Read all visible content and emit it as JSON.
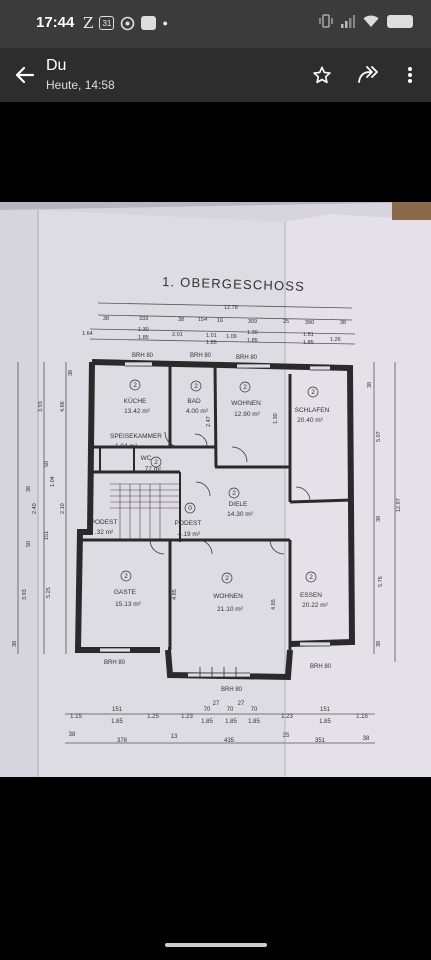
{
  "status_bar": {
    "time": "17:44",
    "icons": [
      "z-icon",
      "calendar-icon",
      "chat-icon",
      "app-icon",
      "dot-icon"
    ],
    "calendar_day": "31",
    "battery": "",
    "signal_icons": [
      "vibrate-icon",
      "signal-icon",
      "wifi-icon",
      "battery-icon"
    ]
  },
  "app_bar": {
    "title": "Du",
    "subtitle": "Heute, 14:58",
    "actions": [
      "star-icon",
      "forward-icon",
      "more-vert-icon"
    ]
  },
  "floorplan": {
    "heading": "1. OBERGESCHOSS",
    "rooms": [
      {
        "name": "KÜCHE",
        "number": "2",
        "area": "13.42 m²"
      },
      {
        "name": "BAD",
        "number": "2",
        "area": "4.00 m²"
      },
      {
        "name": "WOHNEN",
        "number": "2",
        "area": "12.90 m²"
      },
      {
        "name": "SCHLAFEN",
        "number": "2",
        "area": "20.40 m²"
      },
      {
        "name": "SPEISEKAMMER",
        "number": "",
        "area": "1.04 m²"
      },
      {
        "name": "WC",
        "number": "2",
        "area": ".77 m²"
      },
      {
        "name": "DIELE",
        "number": "2",
        "area": "14.30 m²"
      },
      {
        "name": "PODEST",
        "number": "0",
        "area": "4.19 m²"
      },
      {
        "name": "PODEST",
        "number": "",
        "area": ".32 m²"
      },
      {
        "name": "GASTE",
        "number": "2",
        "area": "15.13 m²"
      },
      {
        "name": "WOHNEN",
        "number": "2",
        "area": "21.10 m²"
      },
      {
        "name": "ESSEN",
        "number": "2",
        "area": "20.22 m²"
      }
    ],
    "window_labels": [
      "BRH 80",
      "BRH 80",
      "BRH 80",
      "BRH 80",
      "BRH 80",
      "BRH 80"
    ],
    "top_dims": [
      "12.78",
      "38",
      "333",
      "38",
      "154",
      "16",
      "309",
      "25",
      "390",
      "38",
      "1.64",
      "1.30",
      "1.85",
      "2.01",
      "1.01",
      "1.85",
      "1.09",
      "1.30",
      "1.85",
      "1.51",
      "1.85",
      "1.26"
    ],
    "bottom_dims_row1": [
      "1.15",
      "151",
      "1.85",
      "1.25",
      "1.23",
      "70",
      "27",
      "70",
      "27",
      "70",
      "1.85",
      "1.85",
      "1.85",
      "1.23",
      "151",
      "1.85",
      "1.15"
    ],
    "bottom_dims_row2": [
      "38",
      "378",
      "13",
      "435",
      "25",
      "351",
      "38"
    ],
    "left_dims": [
      "38",
      "3.93",
      "4.66",
      "38",
      "2.40",
      "1.04",
      "50",
      "151",
      "2.10",
      "50",
      "3.93",
      "5.25",
      "38"
    ],
    "right_dims": [
      "38",
      "5.07",
      "12.97",
      "38",
      "5.76",
      "38"
    ],
    "misc_dims": [
      "2.47",
      "1.30",
      "4.85",
      "4.85"
    ]
  }
}
